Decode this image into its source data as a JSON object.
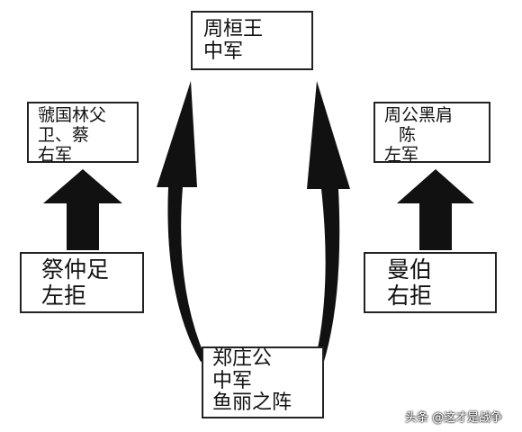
{
  "top_box": {
    "lines": [
      "周桓王",
      "中军"
    ]
  },
  "left_box": {
    "lines": [
      "虢国林父",
      "卫、蔡",
      "右军"
    ]
  },
  "right_box": {
    "lines": [
      "周公黑肩",
      "陈",
      "左军"
    ]
  },
  "bottom_left_box": {
    "lines": [
      "祭仲足",
      "左拒"
    ]
  },
  "bottom_right_box": {
    "lines": [
      "曼伯",
      "右拒"
    ]
  },
  "bottom_box": {
    "lines": [
      "郑庄公",
      "中军",
      "鱼丽之阵"
    ]
  },
  "watermark": "头条 @这才是战争",
  "colors": {
    "ink": "#111111",
    "border": "#222222",
    "background": "#ffffff"
  }
}
